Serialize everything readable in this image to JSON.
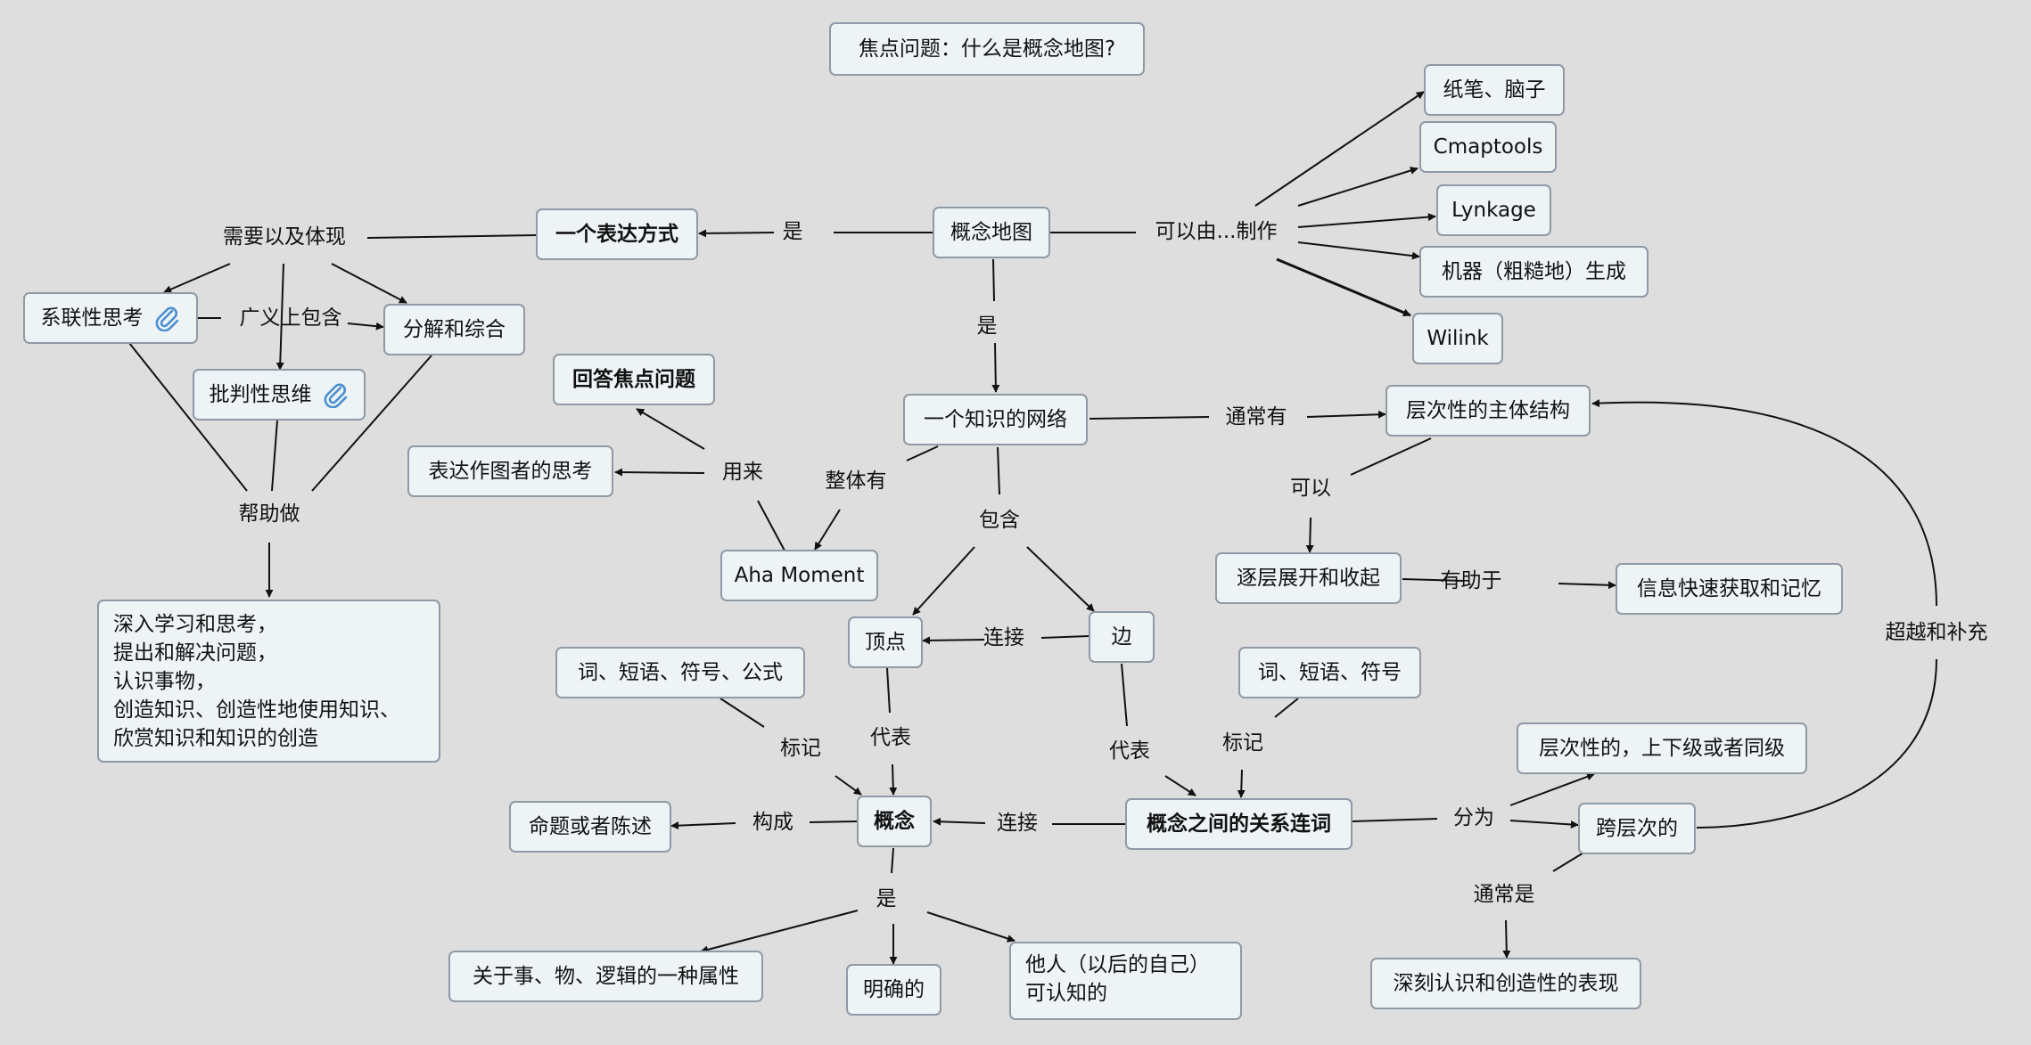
{
  "focus_question": "焦点问题：什么是概念地图?",
  "nodes": {
    "concept_map": "概念地图",
    "expression": "一个表达方式",
    "paper_brain": "纸笔、脑子",
    "cmaptools": "Cmaptools",
    "lynkage": "Lynkage",
    "machine": "机器（粗糙地）生成",
    "wilink": "Wilink",
    "systemic": "系联性思考",
    "decompose": "分解和综合",
    "critical": "批判性思维",
    "help_list": "深入学习和思考，\n提出和解决问题，\n认识事物，\n创造知识、创造性地使用知识、\n欣赏知识和知识的创造",
    "answer_focus": "回答焦点问题",
    "express_thought": "表达作图者的思考",
    "aha": "Aha Moment",
    "network": "一个知识的网络",
    "hierarchy": "层次性的主体结构",
    "expand": "逐层展开和收起",
    "quick_info": "信息快速获取和记忆",
    "vertex": "顶点",
    "edge": "边",
    "words_formula": "词、短语、符号、公式",
    "words": "词、短语、符号",
    "concept": "概念",
    "relation": "概念之间的关系连词",
    "proposition": "命题或者陈述",
    "hier_level": "层次性的，上下级或者同级",
    "cross_level": "跨层次的",
    "deep": "深刻认识和创造性的表现",
    "attribute": "关于事、物、逻辑的一种属性",
    "clear": "明确的",
    "others": "他人（以后的自己）\n可认知的"
  },
  "labels": {
    "is1": "是",
    "made_by": "可以由...制作",
    "needs": "需要以及体现",
    "broadly": "广义上包含",
    "help_do": "帮助做",
    "is2": "是",
    "used_for": "用来",
    "overall": "整体有",
    "usually_has": "通常有",
    "can": "可以",
    "helps": "有助于",
    "contains": "包含",
    "connects1": "连接",
    "represents1": "代表",
    "represents2": "代表",
    "mark1": "标记",
    "mark2": "标记",
    "compose": "构成",
    "connects2": "连接",
    "divided": "分为",
    "usually_is": "通常是",
    "beyond": "超越和补充",
    "is3": "是"
  },
  "icons": {
    "attachment": "paperclip-icon"
  },
  "colors": {
    "background": "#dedede",
    "node_fill": "#eef3f6",
    "node_border": "#8f9aa5",
    "link": "#111111",
    "icon": "#4a8fd0"
  }
}
